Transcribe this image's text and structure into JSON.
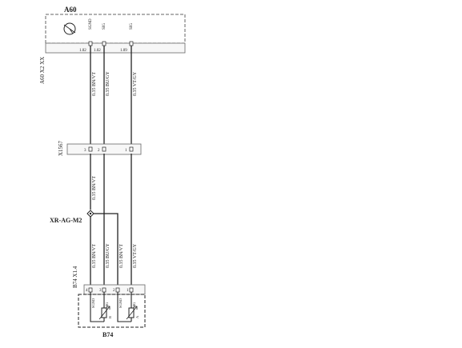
{
  "components": {
    "a60": {
      "name": "A60",
      "connector": "A60 X2 XX",
      "pin_labels": [
        "1.02",
        "1.02",
        "1.09"
      ],
      "signal_labels": [
        "SGND",
        "SIG",
        "SIG"
      ]
    },
    "x1567": {
      "name": "X1567",
      "pins": [
        "3",
        "2",
        "1"
      ]
    },
    "splice": {
      "name": "XR-AG-M2"
    },
    "b74": {
      "name": "B74",
      "connector": "B74 X1.4",
      "pins": [
        "4",
        "3",
        "2",
        "1"
      ],
      "signal_labels": [
        "SGND",
        "SIG",
        "SGND",
        "SIG"
      ],
      "sensor_labels": [
        "B",
        "A"
      ]
    }
  },
  "wires": {
    "upper": [
      "0.35 BN/VT",
      "0.35 BU/GY",
      "0.35 VT/GY"
    ],
    "middle": "0.35 BN/VT",
    "lower": [
      "0.35 BN/VT",
      "0.35 BU/GY",
      "0.35 BN/VT",
      "0.35 VT/GY"
    ]
  },
  "colors": {
    "line": "#222222",
    "frame": "#666666",
    "connector_fill": "#f7f7f7"
  }
}
